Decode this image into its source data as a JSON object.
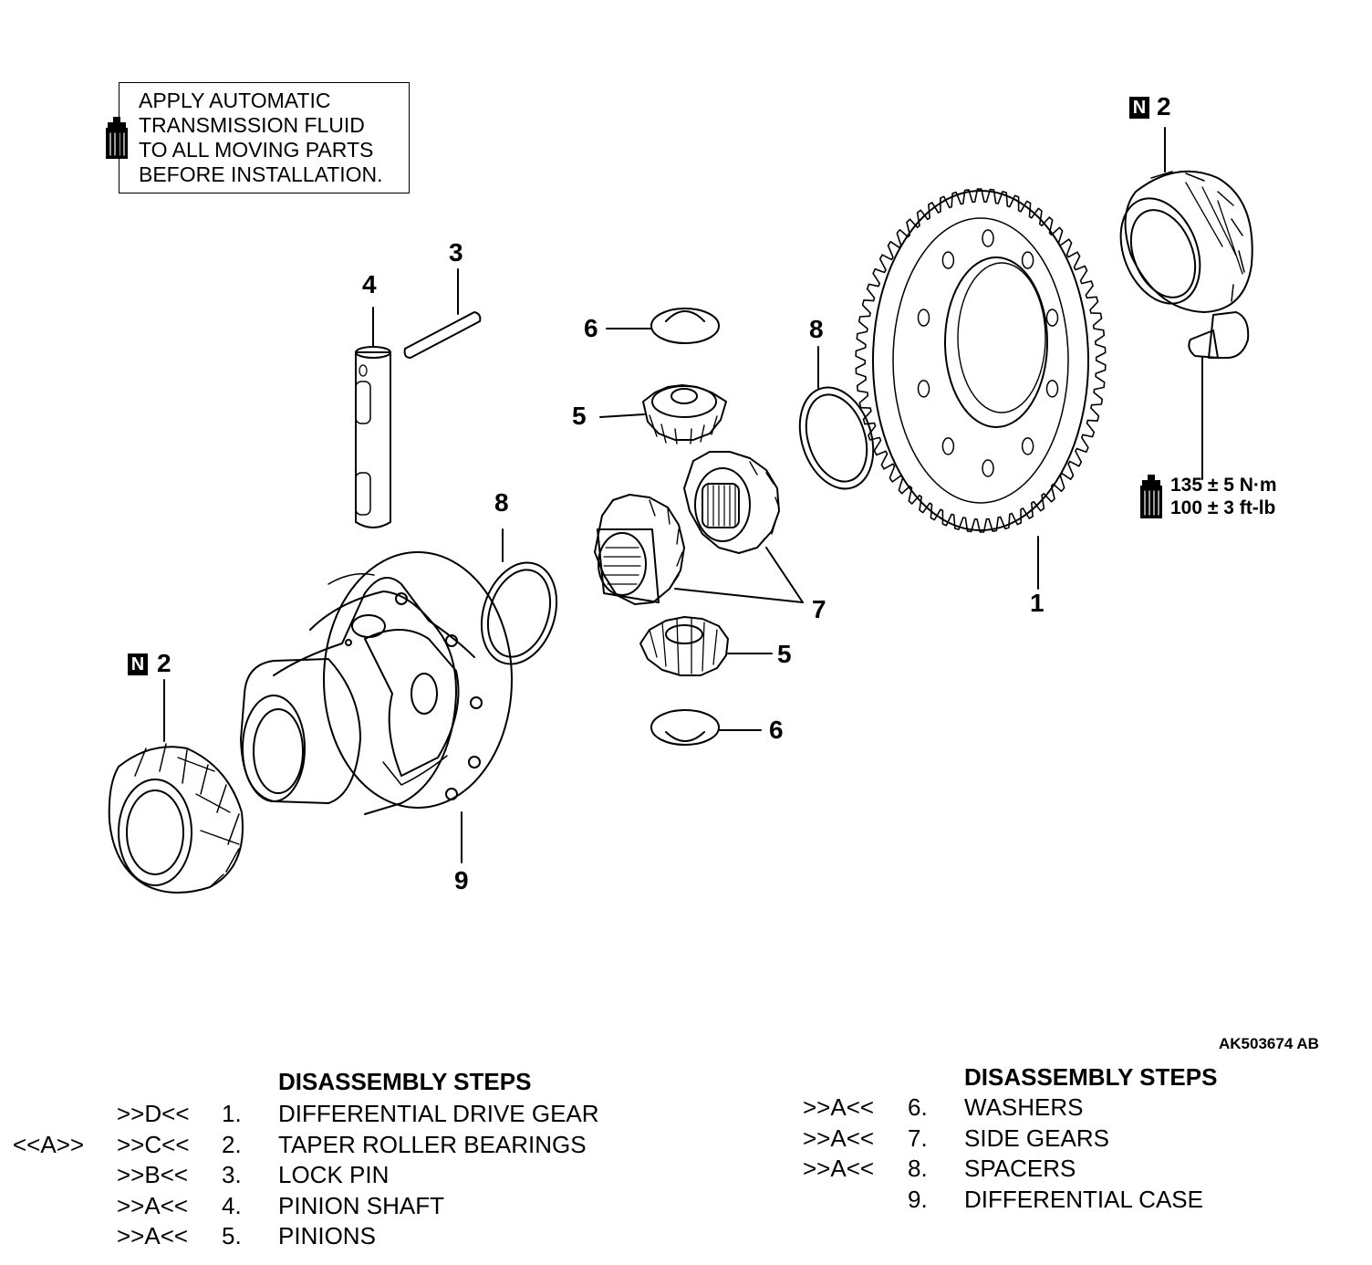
{
  "note": {
    "lines": [
      "APPLY AUTOMATIC",
      "TRANSMISSION FLUID",
      "TO ALL MOVING PARTS",
      "BEFORE INSTALLATION."
    ],
    "icon": "oil-can-icon"
  },
  "callouts": {
    "c1": "1",
    "c2a": "2",
    "c2b": "2",
    "c3": "3",
    "c4": "4",
    "c5a": "5",
    "c5b": "5",
    "c6a": "6",
    "c6b": "6",
    "c7": "7",
    "c8a": "8",
    "c8b": "8",
    "c9": "9",
    "n_badge": "N"
  },
  "torque": {
    "metric": "135 ± 5 N·m",
    "imperial": "100 ± 3 ft-lb",
    "icon": "oil-can-icon"
  },
  "figure_id": "AK503674 AB",
  "steps_left": {
    "title": "DISASSEMBLY STEPS",
    "rows": [
      {
        "assembly": "",
        "disassembly": ">>D<<",
        "num": "1.",
        "name": "DIFFERENTIAL DRIVE GEAR"
      },
      {
        "assembly": "<<A>>",
        "disassembly": ">>C<<",
        "num": "2.",
        "name": "TAPER ROLLER BEARINGS"
      },
      {
        "assembly": "",
        "disassembly": ">>B<<",
        "num": "3.",
        "name": "LOCK PIN"
      },
      {
        "assembly": "",
        "disassembly": ">>A<<",
        "num": "4.",
        "name": "PINION SHAFT"
      },
      {
        "assembly": "",
        "disassembly": ">>A<<",
        "num": "5.",
        "name": "PINIONS"
      }
    ]
  },
  "steps_right": {
    "title": "DISASSEMBLY STEPS",
    "rows": [
      {
        "disassembly": ">>A<<",
        "num": "6.",
        "name": "WASHERS"
      },
      {
        "disassembly": ">>A<<",
        "num": "7.",
        "name": "SIDE GEARS"
      },
      {
        "disassembly": ">>A<<",
        "num": "8.",
        "name": "SPACERS"
      },
      {
        "disassembly": "",
        "num": "9.",
        "name": "DIFFERENTIAL CASE"
      }
    ]
  }
}
